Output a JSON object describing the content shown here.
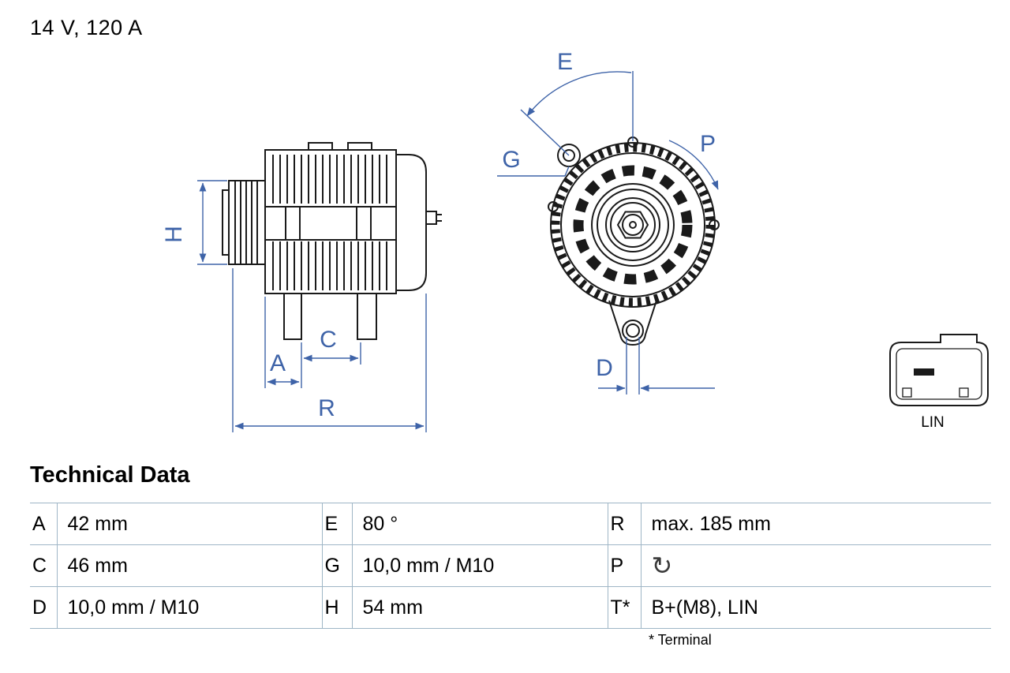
{
  "header": {
    "rating": "14 V, 120 A"
  },
  "diagram": {
    "labels": {
      "H": "H",
      "A": "A",
      "C": "C",
      "R": "R",
      "E": "E",
      "G": "G",
      "P": "P",
      "D": "D"
    },
    "connector_label": "LIN",
    "dimension_color": "#3e63a8",
    "drawing_color": "#1a1a1a",
    "table_border_color": "#9fb6c6"
  },
  "technical_data": {
    "title": "Technical Data",
    "footnote": "* Terminal",
    "rows": [
      {
        "cells": [
          {
            "key": "A",
            "value": "42 mm"
          },
          {
            "key": "E",
            "value": "80 °"
          },
          {
            "key": "R",
            "value": "max. 185 mm"
          }
        ]
      },
      {
        "cells": [
          {
            "key": "C",
            "value": "46 mm"
          },
          {
            "key": "G",
            "value": "10,0 mm / M10"
          },
          {
            "key": "P",
            "value": "↻",
            "icon": "rotation-direction-icon"
          }
        ]
      },
      {
        "cells": [
          {
            "key": "D",
            "value": "10,0 mm / M10"
          },
          {
            "key": "H",
            "value": "54 mm"
          },
          {
            "key": "T*",
            "value": "B+(M8), LIN"
          }
        ]
      }
    ]
  }
}
